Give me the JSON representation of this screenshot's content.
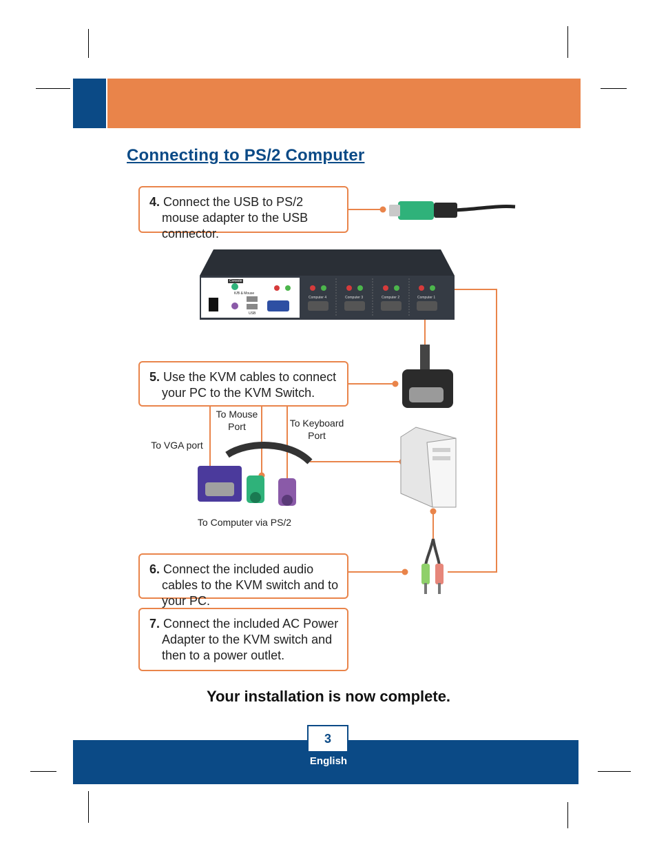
{
  "section_title": "Connecting to PS/2 Computer",
  "steps": [
    {
      "num": "4.",
      "text": "Connect the USB to PS/2 mouse adapter to the USB connector."
    },
    {
      "num": "5.",
      "text": "Use the KVM cables to connect your PC to the KVM Switch."
    },
    {
      "num": "6.",
      "text": "Connect the included audio cables to the KVM switch and to your PC."
    },
    {
      "num": "7.",
      "text": "Connect the included AC Power Adapter to the KVM switch and then to a power outlet."
    }
  ],
  "labels": {
    "to_mouse_port": "To Mouse Port",
    "to_keyboard_port": "To Keyboard Port",
    "to_vga_port": "To VGA port",
    "to_computer_ps2": "To Computer via PS/2"
  },
  "kvm_ports": [
    "Computer 4",
    "Computer 3",
    "Computer 2",
    "Computer 1"
  ],
  "kvm_console_labels": {
    "console": "Console",
    "kb_mouse": "K/B & Mouse",
    "usb": "USB"
  },
  "completion": "Your installation is now complete.",
  "footer": {
    "page_number": "3",
    "language": "English"
  },
  "colors": {
    "brand_blue": "#0b4a86",
    "accent_orange": "#e9844a"
  }
}
